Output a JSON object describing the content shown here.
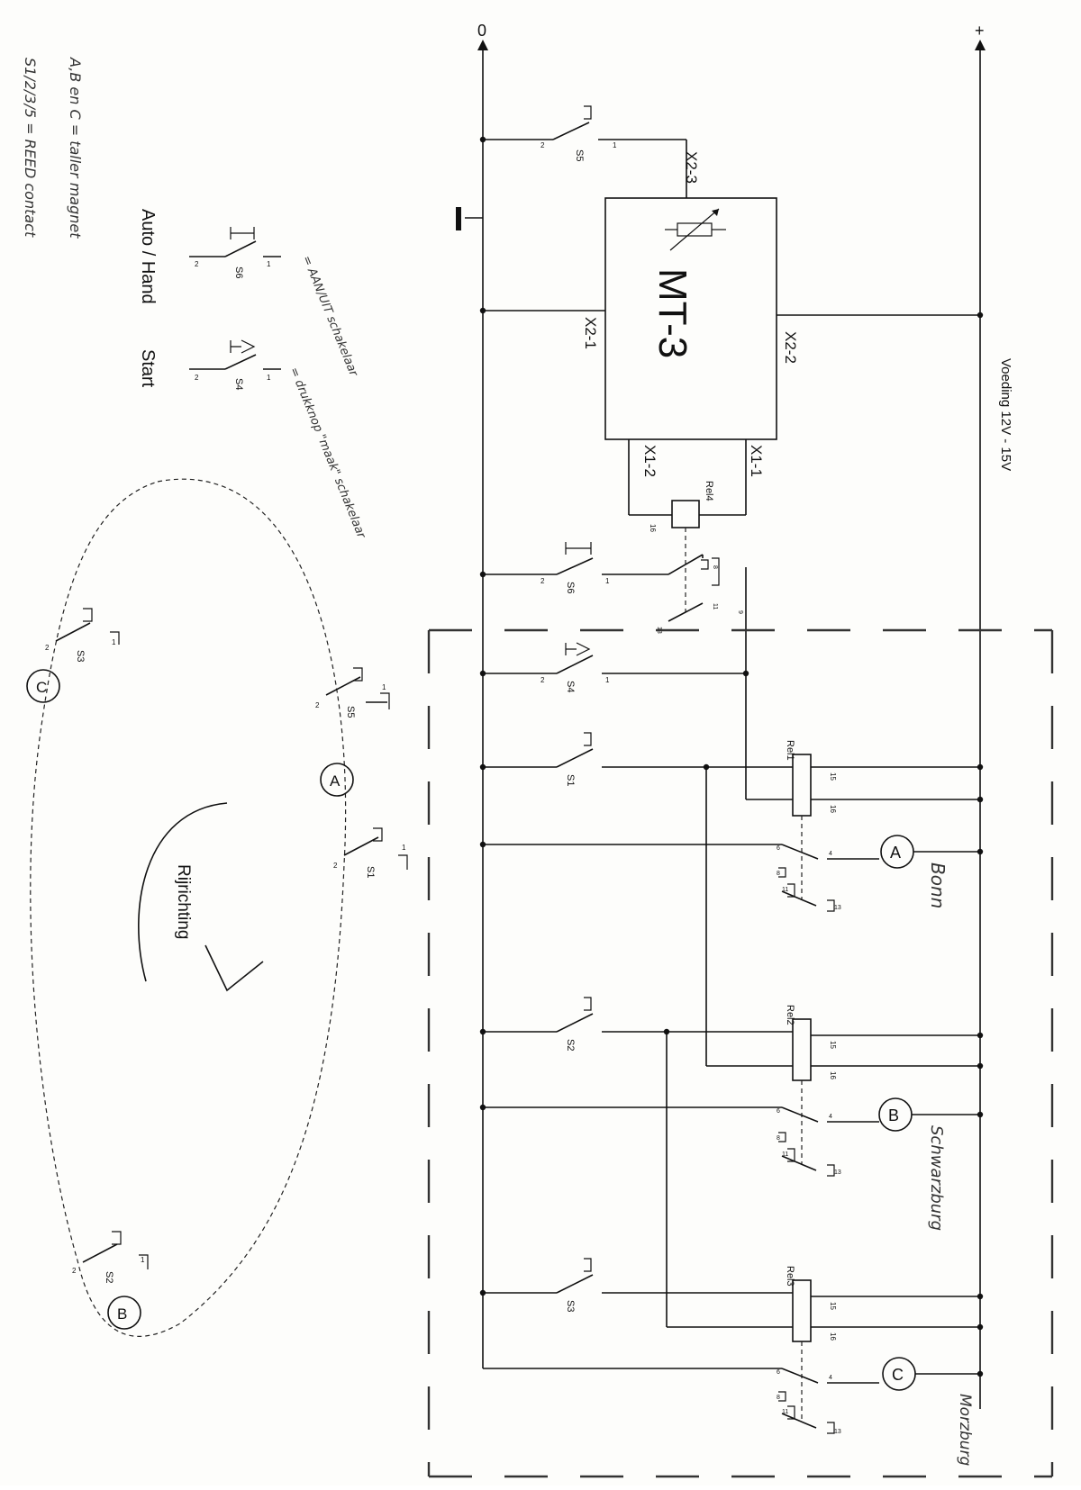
{
  "supply": {
    "plus": "+",
    "zero": "0",
    "voltage_label": "Voeding 12V - 15V"
  },
  "module": {
    "name": "MT-3",
    "terminals": {
      "x2_3": "X2-3",
      "x2_1": "X2-1",
      "x2_2": "X2-2",
      "x1_1": "X1-1",
      "x1_2": "X1-2"
    }
  },
  "relays": [
    {
      "id": "rel4",
      "label": "Rel4"
    },
    {
      "id": "rel1",
      "label": "Rel1"
    },
    {
      "id": "rel2",
      "label": "Rel2"
    },
    {
      "id": "rel3",
      "label": "Rel3"
    }
  ],
  "switches": {
    "s1": "S1",
    "s2": "S2",
    "s3": "S3",
    "s4": "S4",
    "s5": "S5",
    "s6": "S6"
  },
  "pins": {
    "p1": "1",
    "p2": "2",
    "p4": "4",
    "p6": "6",
    "p8": "8",
    "p9": "9",
    "p11": "11",
    "p13": "13",
    "p15": "15",
    "p16": "16"
  },
  "stations": {
    "a": "A",
    "b": "B",
    "c": "C"
  },
  "handwritten": {
    "bonn": "Bonn",
    "schwarzburg": "Schwarzburg",
    "morzburg": "Morzburg",
    "aan_uit": "= AAN/UIT schakelaar",
    "drukknop": "= drukknop \"maak\" schakelaar",
    "abc": "A,B en C = taller magnet",
    "reed": "S1/2/3/5 = REED contact"
  },
  "legend": {
    "auto_hand": "Auto / Hand",
    "start": "Start"
  },
  "track": {
    "direction": "Rijrichting"
  }
}
